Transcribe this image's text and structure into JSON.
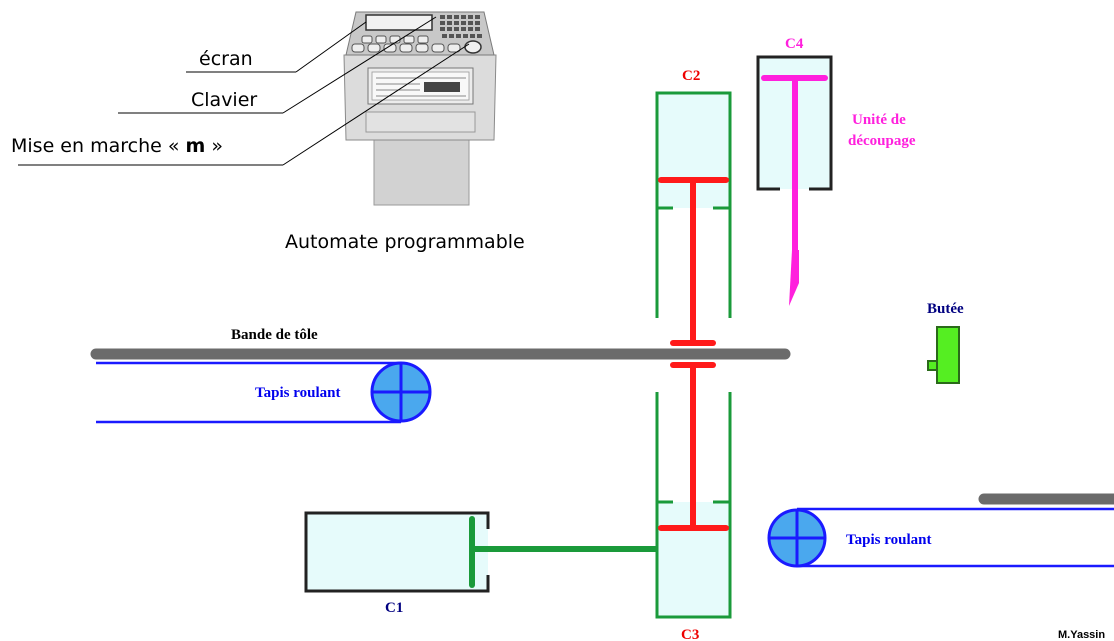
{
  "plc": {
    "screen_label": "écran",
    "keyboard_label": "Clavier",
    "start_label_prefix": "Mise en marche « ",
    "start_label_key": "m",
    "start_label_suffix": " »",
    "caption": "Automate programmable"
  },
  "cylinders": {
    "c1": "C1",
    "c2": "C2",
    "c3": "C3",
    "c4": "C4"
  },
  "cutting_unit": {
    "line1": "Unité de",
    "line2": "découpage"
  },
  "stop_label": "Butée",
  "sheet_label": "Bande de tôle",
  "conveyor_left_label": "Tapis roulant",
  "conveyor_right_label": "Tapis roulant",
  "author": "M.Yassin",
  "colors": {
    "cylinder_green": "#1a9a3a",
    "cylinder_fill": "#e6fbfb",
    "cylinder_dark": "#222222",
    "piston_red": "#ff1a1a",
    "cutter_magenta": "#ff20dd",
    "sheet_gray": "#6b6b6b",
    "conveyor_blue": "#1a1aff",
    "roller_fill": "#4aa8ee",
    "stop_green": "#55ee22",
    "label_navy": "#000080",
    "label_blue": "#0000ee"
  }
}
